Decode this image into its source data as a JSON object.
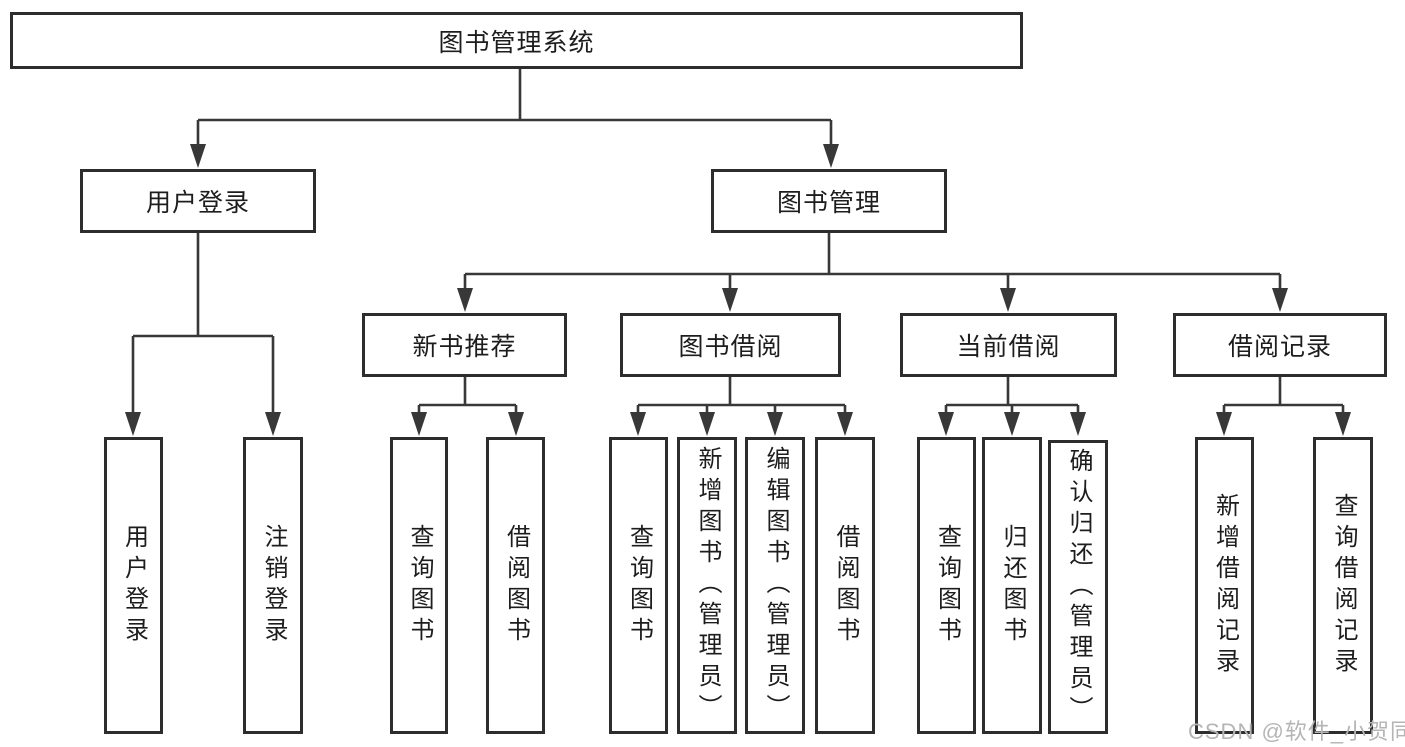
{
  "diagram": {
    "root": {
      "label": "图书管理系统"
    },
    "branches": [
      {
        "label": "用户登录",
        "children": [
          {
            "label": "用户登录"
          },
          {
            "label": "注销登录"
          }
        ]
      },
      {
        "label": "图书管理",
        "groups": [
          {
            "label": "新书推荐",
            "children": [
              {
                "label": "查询图书"
              },
              {
                "label": "借阅图书"
              }
            ]
          },
          {
            "label": "图书借阅",
            "children": [
              {
                "label": "查询图书"
              },
              {
                "label": "新增图书（管理员）"
              },
              {
                "label": "编辑图书（管理员）"
              },
              {
                "label": "借阅图书"
              }
            ]
          },
          {
            "label": "当前借阅",
            "children": [
              {
                "label": "查询图书"
              },
              {
                "label": "归还图书"
              },
              {
                "label": "确认归还（管理员）"
              }
            ]
          },
          {
            "label": "借阅记录",
            "children": [
              {
                "label": "新增借阅记录"
              },
              {
                "label": "查询借阅记录"
              }
            ]
          }
        ]
      }
    ]
  },
  "watermark": {
    "text": "CSDN @软件_小贺同学"
  },
  "colors": {
    "line": "#383838",
    "box_border": "#2d2d2d",
    "box_fill": "#ffffff",
    "text": "#1d1d1d",
    "watermark": "#b5b5b5"
  }
}
